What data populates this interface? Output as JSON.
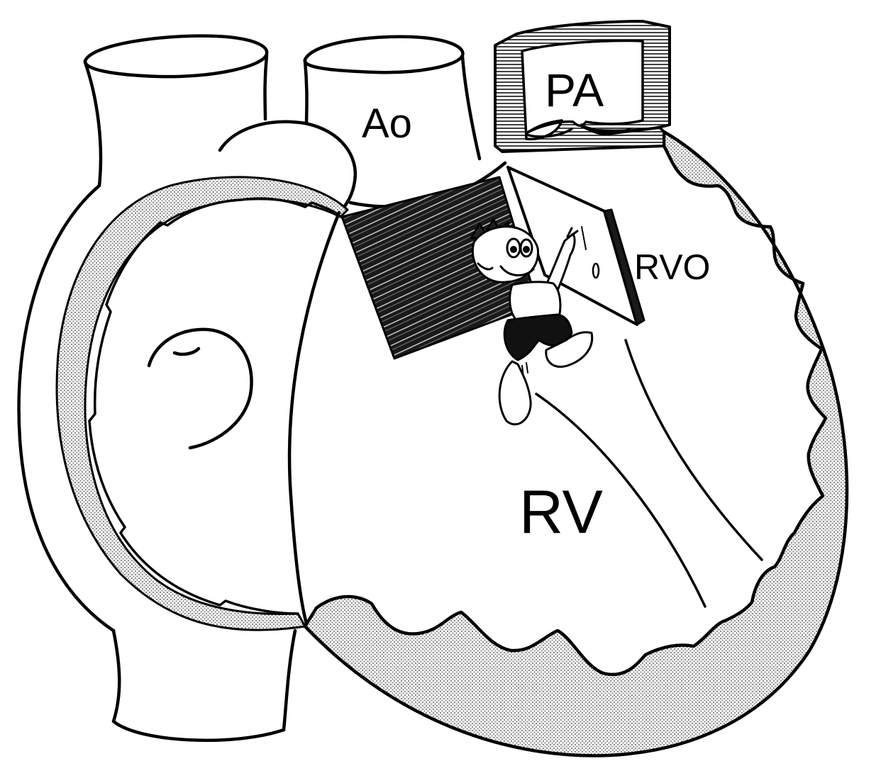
{
  "labels": {
    "aorta": "Ao",
    "pulmonary_artery": "PA",
    "right_ventricular_outflow": "RVO",
    "right_ventricle": "RV"
  },
  "colors": {
    "stroke": "#000000",
    "background": "#ffffff",
    "stipple": "#8a8a8a",
    "hatch": "#111111"
  }
}
